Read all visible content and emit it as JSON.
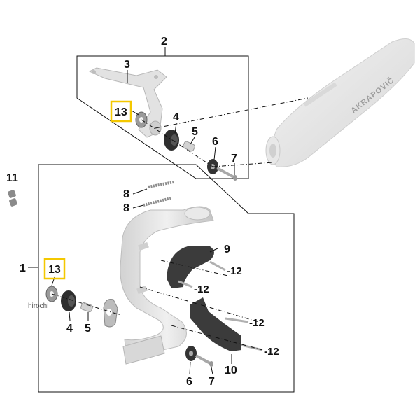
{
  "callouts": {
    "c1": "1",
    "c2": "2",
    "c3": "3",
    "c4a": "4",
    "c4b": "4",
    "c5a": "5",
    "c5b": "5",
    "c6a": "6",
    "c6b": "6",
    "c7a": "7",
    "c7b": "7",
    "c8a": "8",
    "c8b": "8",
    "c9": "9",
    "c10": "10",
    "c11": "11",
    "c12a": "-12",
    "c12b": "-12",
    "c12c": "-12",
    "c12d": "-12",
    "c13a": "13",
    "c13b": "13"
  },
  "brand_text": "AKRAPOVIČ",
  "watermark": "hirochi",
  "colors": {
    "highlight": "#f4c800",
    "part_light": "#e6e6e6",
    "part_mid": "#c8c8c8",
    "part_dark": "#3a3a3a",
    "line": "#111111"
  }
}
